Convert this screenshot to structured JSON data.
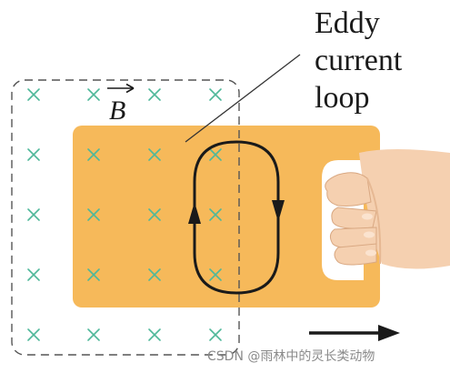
{
  "label": {
    "line1": "Eddy",
    "line2": "current",
    "line3": "loop"
  },
  "field_symbol": "B",
  "watermark": "CSDN @雨林中的灵长类动物",
  "colors": {
    "plate": "#f6b95a",
    "cross": "#4fb89a",
    "dashed_region": "#555555",
    "loop": "#1a1a1a",
    "hand": "#f5d0b0",
    "hand_shadow": "#e6b893",
    "arrow": "#1a1a1a"
  },
  "icons": {
    "field_cross": "into-page-cross-icon",
    "hand": "pulling-hand-icon",
    "motion_arrow": "right-arrow-icon",
    "vector_arrow": "vector-arrow-icon"
  }
}
